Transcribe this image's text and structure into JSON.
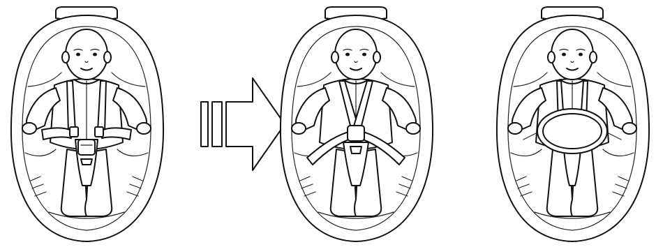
{
  "figure": {
    "panels": [
      {
        "id": "step-1",
        "harness": "shoulder-straps-unbuckled",
        "tray": false
      },
      {
        "id": "step-2",
        "harness": "shoulder-straps-buckled",
        "tray": false
      },
      {
        "id": "step-3",
        "harness": "tray-attached",
        "tray": true
      }
    ],
    "arrow": {
      "direction": "right"
    },
    "colors": {
      "line": "#111111",
      "background": "#ffffff"
    }
  }
}
